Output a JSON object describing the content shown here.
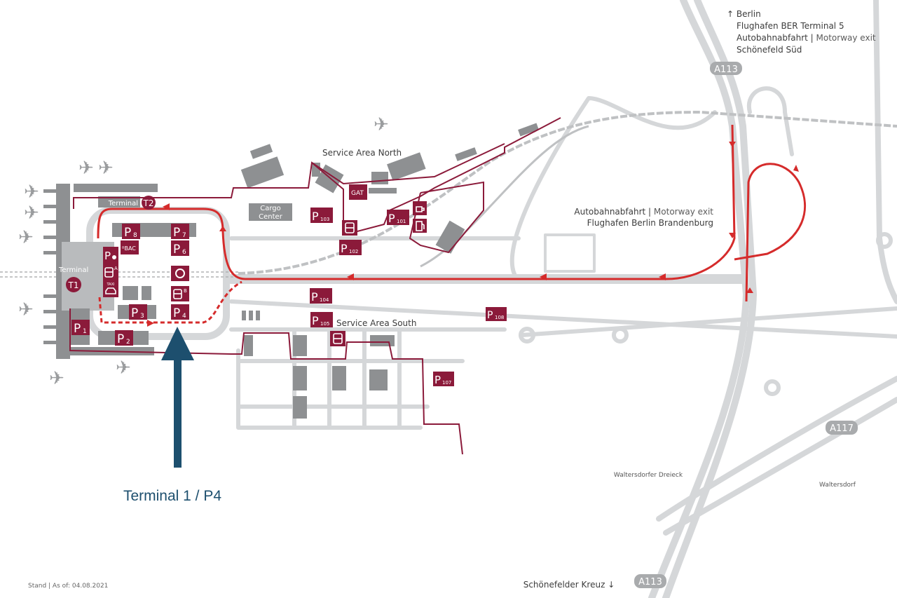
{
  "map": {
    "north_info": {
      "line1": "↑ Berlin",
      "line2": "Flughafen BER Terminal 5",
      "line3_de": "Autobahnabfahrt |",
      "line3_en": "Motorway exit",
      "line4": "Schönefeld Süd"
    },
    "exit_ber": {
      "line1_de": "Autobahnabfahrt |",
      "line1_en": "Motorway exit",
      "line2": "Flughafen Berlin Brandenburg"
    },
    "areas": {
      "service_north": "Service Area North",
      "service_south": "Service Area South",
      "cargo_line1": "Cargo",
      "cargo_line2": "Center",
      "terminal_t1": "Terminal",
      "terminal_t2": "Terminal"
    },
    "roads": {
      "a113_north": "A113",
      "a113_south": "A113",
      "a117": "A117",
      "waltersdorfer_dreieck": "Waltersdorfer Dreieck",
      "waltersdorf": "Waltersdorf",
      "schoenefelder_kreuz": "Schönefelder Kreuz ↓"
    },
    "markers": {
      "t1": "T1",
      "t2": "T2",
      "gat": "GAT",
      "bac": "ᴮBAC",
      "p1": {
        "p": "P",
        "n": "1"
      },
      "p2": {
        "p": "P",
        "n": "2"
      },
      "p3": {
        "p": "P",
        "n": "3"
      },
      "p4": {
        "p": "P",
        "n": "4"
      },
      "p6": {
        "p": "P",
        "n": "6"
      },
      "p7": {
        "p": "P",
        "n": "7"
      },
      "p8": {
        "p": "P",
        "n": "8"
      },
      "p101": {
        "p": "P",
        "n": "101"
      },
      "p102": {
        "p": "P",
        "n": "102"
      },
      "p103": {
        "p": "P",
        "n": "103"
      },
      "p104": {
        "p": "P",
        "n": "104"
      },
      "p105": {
        "p": "P",
        "n": "105"
      },
      "p107": {
        "p": "P",
        "n": "107"
      },
      "p108": {
        "p": "P",
        "n": "108"
      },
      "bus_a": "A",
      "bus_b": "B",
      "taxi": "TAXI"
    },
    "callout": "Terminal 1 / P4",
    "footer": "Stand | As of: 04.08.2021",
    "colors": {
      "brand": "#8b1a3a",
      "route": "#d52b2b",
      "callout": "#1d4f6e",
      "road": "#d5d7d9"
    }
  }
}
